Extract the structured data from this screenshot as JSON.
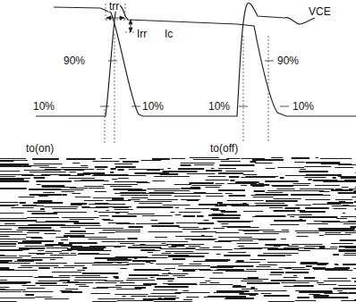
{
  "diagram": {
    "labels": [
      "trr",
      "Irr",
      "Ic",
      "VCE",
      "90%",
      "90%",
      "10%",
      "10%",
      "10%",
      "10%",
      "to(on)",
      "to(off)"
    ]
  }
}
